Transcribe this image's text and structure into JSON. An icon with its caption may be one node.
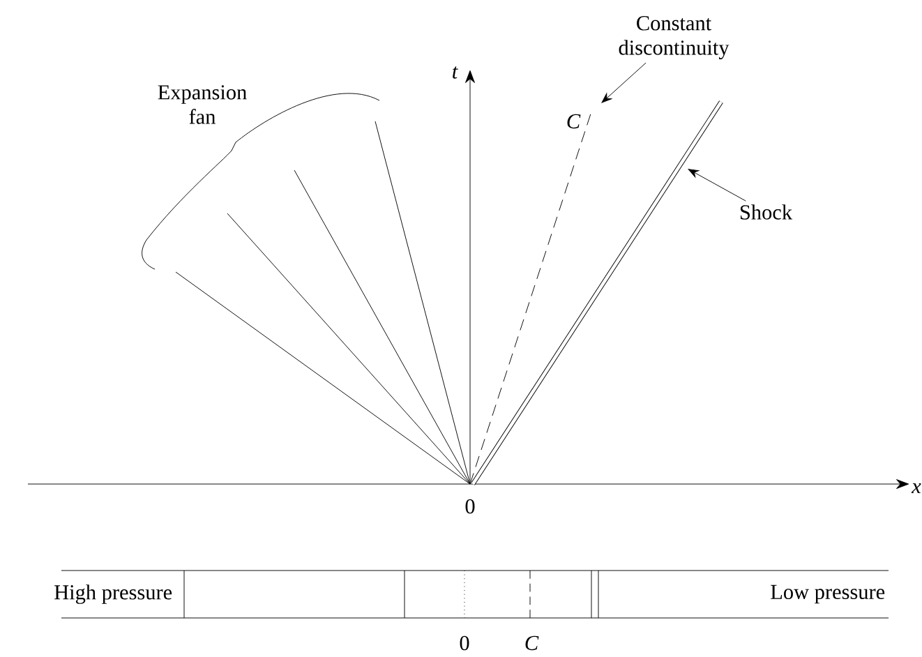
{
  "diagram": {
    "nodes": [
      {
        "text": [
          "Constant discontinuity"
        ]
      },
      {
        "text": [
          "Shock"
        ]
      }
    ],
    "edges": [
      {
        "from": 0,
        "to": null,
        "arrow": "to"
      },
      {
        "from": 1,
        "to": null,
        "arrow": "to"
      }
    ],
    "labels": [
      "t",
      "Expansion fan",
      "C",
      "x",
      "0",
      "High pressure",
      "Low pressure",
      "0",
      "C"
    ]
  }
}
